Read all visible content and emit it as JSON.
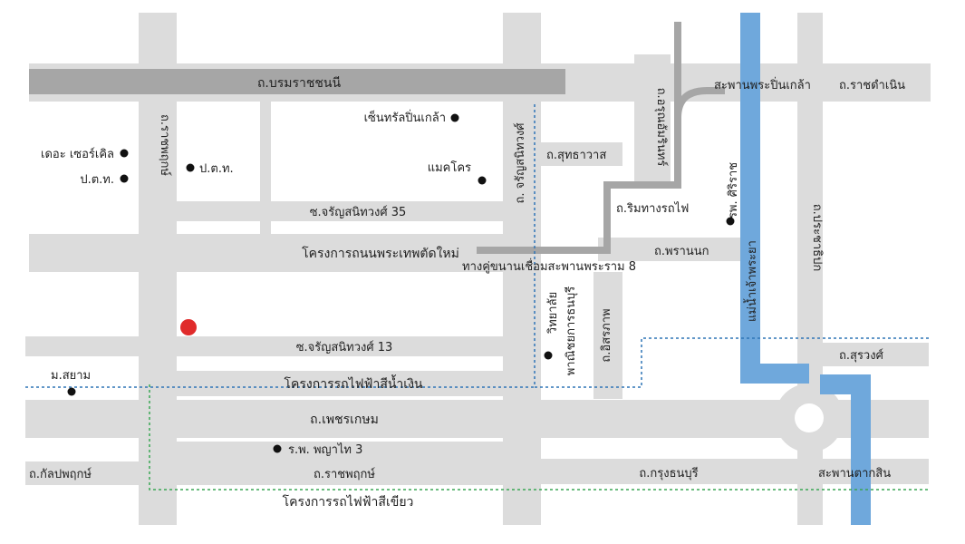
{
  "roads": {
    "borommaratchachonnani": "ถ.บรมราชชนนี",
    "ratchaphruek_v": "ถ.ราชพฤกษ์",
    "charansanitwong": "ถ. จรัญสนิทวงศ์",
    "arun_amarin": "ถ.อรุณอัมรินทร์",
    "sutthawat": "ถ.สุทธาวาส",
    "rim_thang_rotfai": "ถ.ริมทางรถไฟ",
    "soi_charan_35": "ซ.จรัญสนิทวงศ์ 35",
    "new_road_project": "โครงการถนนพระเทพตัดใหม่",
    "bridge_link": "ทางคู่ขนานเชื่อมสะพานพระราม 8",
    "phra_nok": "ถ.พรานนก",
    "soi_charan_13": "ซ.จรัญสนิทวงศ์ 13",
    "itsaraphap": "ถ.อิสรภาพ",
    "phetkasem": "ถ.เพชรเกษม",
    "ratchaphruek_h": "ถ.ราชพฤกษ์",
    "kanlapaphruek": "ถ.กัลปพฤกษ์",
    "krung_thonburi": "ถ.กรุงธนบุรี",
    "somdet_phra_chao_taksin": "สะพานตากสิน",
    "pinklao_bridge": "สะพานพระปิ่นเกล้า",
    "ratchadamnoen": "ถ.ราชดำเนิน",
    "prachathipok": "ถ.ประชาธิปก",
    "surawong": "ถ.สุรวงศ์"
  },
  "river": "แม่น้ำเจ้าพระยา",
  "rail": {
    "blue_line": "โครงการรถไฟฟ้าสีน้ำเงิน",
    "green_line": "โครงการรถไฟฟ้าสีเขียว"
  },
  "landmarks": {
    "the_circle": "เดอะ เซอร์เคิล",
    "ptt_left": "ป.ต.ท.",
    "ptt_center": "ป.ต.ท.",
    "central_pinklao": "เซ็นทรัลปิ่นเกล้า",
    "makro": "แมคโคร",
    "siriraj": "รพ. ศิริราช",
    "siam_university": "ม.สยาม",
    "phayathai3": "ร.พ. พญาไท 3",
    "college_line1": "วิทยาลัย",
    "college_line2": "พาณิชยการธนบุรี"
  },
  "colors": {
    "road": "#dcdcdc",
    "main_road": "#a6a6a6",
    "river": "#6fa8dc",
    "blue_line": "#2e75b6",
    "green_line": "#3aa655",
    "site_marker": "#e02b2b"
  },
  "icons": {
    "site": "red-dot-marker",
    "landmark": "black-dot-marker"
  }
}
